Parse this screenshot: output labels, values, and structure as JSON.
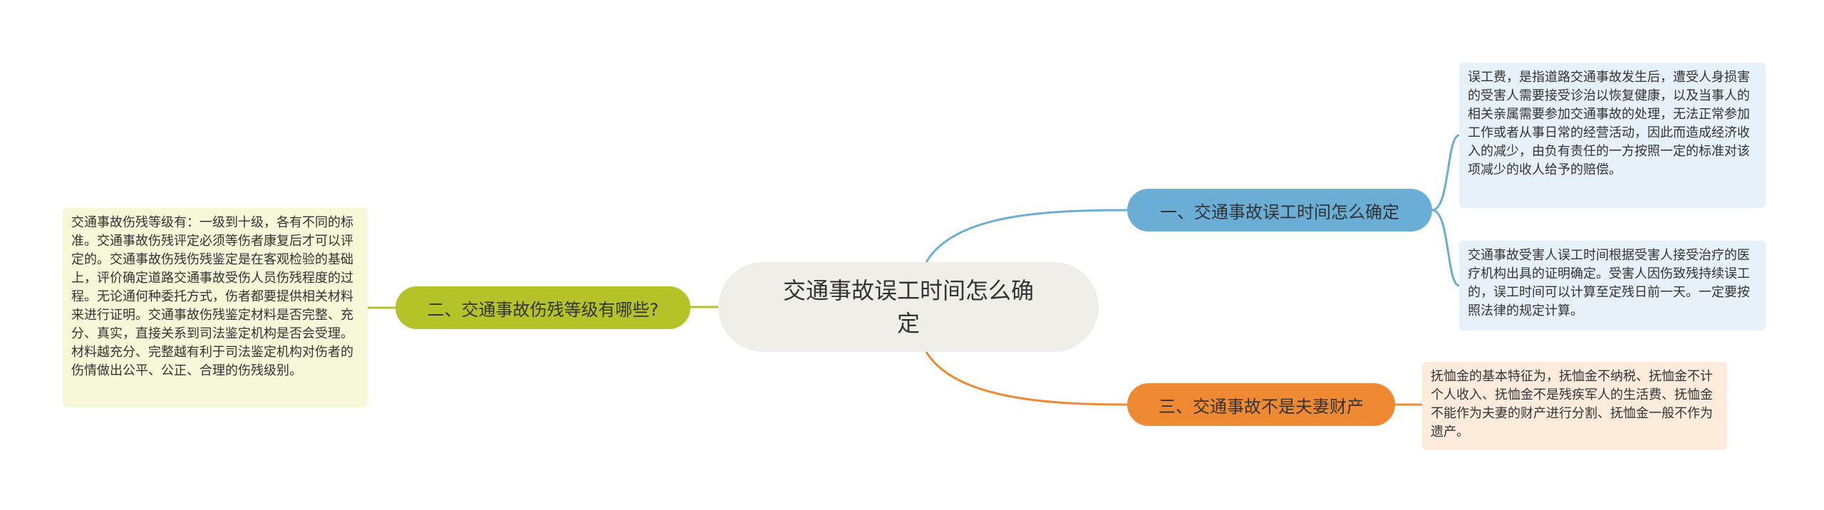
{
  "root": {
    "title": "交通事故误工时间怎么确定"
  },
  "branches": [
    {
      "label": "一、交通事故误工时间怎么确定",
      "color": "#6aadd5",
      "notes": [
        "误工费，是指道路交通事故发生后，遭受人身损害的受害人需要接受诊治以恢复健康，以及当事人的相关亲属需要参加交通事故的处理，无法正常参加工作或者从事日常的经营活动，因此而造成经济收入的减少，由负有责任的一方按照一定的标准对该项减少的收人给予的赔偿。",
        "交通事故受害人误工时间根据受害人接受治疗的医疗机构出具的证明确定。受害人因伤致残持续误工的，误工时间可以计算至定残日前一天。一定要按照法律的规定计算。"
      ]
    },
    {
      "label": "二、交通事故伤残等级有哪些?",
      "color": "#b4c327",
      "notes": [
        "交通事故伤残等级有：一级到十级，各有不同的标准。交通事故伤残评定必须等伤者康复后才可以评定的。交通事故伤残伤残鉴定是在客观检验的基础上，评价确定道路交通事故受伤人员伤残程度的过程。无论通何种委托方式，伤者都要提供相关材料来进行证明。交通事故伤残鉴定材料是否完整、充分、真实，直接关系到司法鉴定机构是否会受理。材料越充分、完整越有利于司法鉴定机构对伤者的伤情做出公平、公正、合理的伤残级别。"
      ]
    },
    {
      "label": "三、交通事故不是夫妻财产",
      "color": "#ef8a33",
      "notes": [
        "抚恤金的基本特征为，抚恤金不纳税、抚恤金不计个人收入、抚恤金不是残疾军人的生活费、抚恤金不能作为夫妻的财产进行分割、抚恤金一般不作为遗产。"
      ]
    }
  ]
}
